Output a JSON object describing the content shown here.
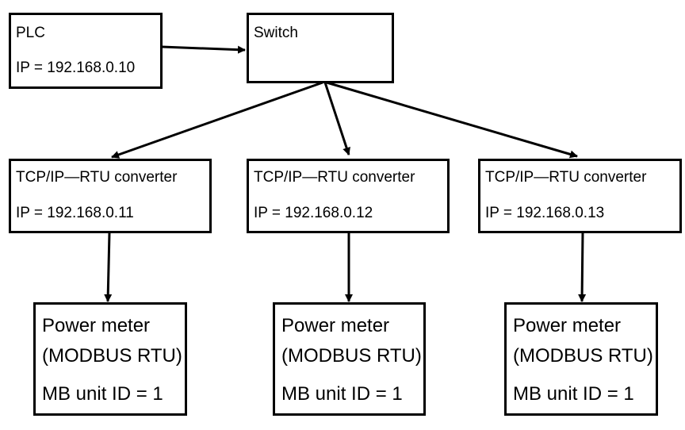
{
  "plc": {
    "title": "PLC",
    "ip": "IP = 192.168.0.10"
  },
  "switch": {
    "title": "Switch"
  },
  "converters": [
    {
      "title": "TCP/IP—RTU converter",
      "ip": "IP = 192.168.0.11"
    },
    {
      "title": "TCP/IP—RTU converter",
      "ip": "IP = 192.168.0.12"
    },
    {
      "title": "TCP/IP—RTU converter",
      "ip": "IP = 192.168.0.13"
    }
  ],
  "meters": [
    {
      "title": "Power meter",
      "protocol": "(MODBUS RTU)",
      "unit": "MB unit ID = 1"
    },
    {
      "title": "Power meter",
      "protocol": "(MODBUS RTU)",
      "unit": "MB unit ID = 1"
    },
    {
      "title": "Power meter",
      "protocol": "(MODBUS RTU)",
      "unit": "MB unit ID = 1"
    }
  ]
}
